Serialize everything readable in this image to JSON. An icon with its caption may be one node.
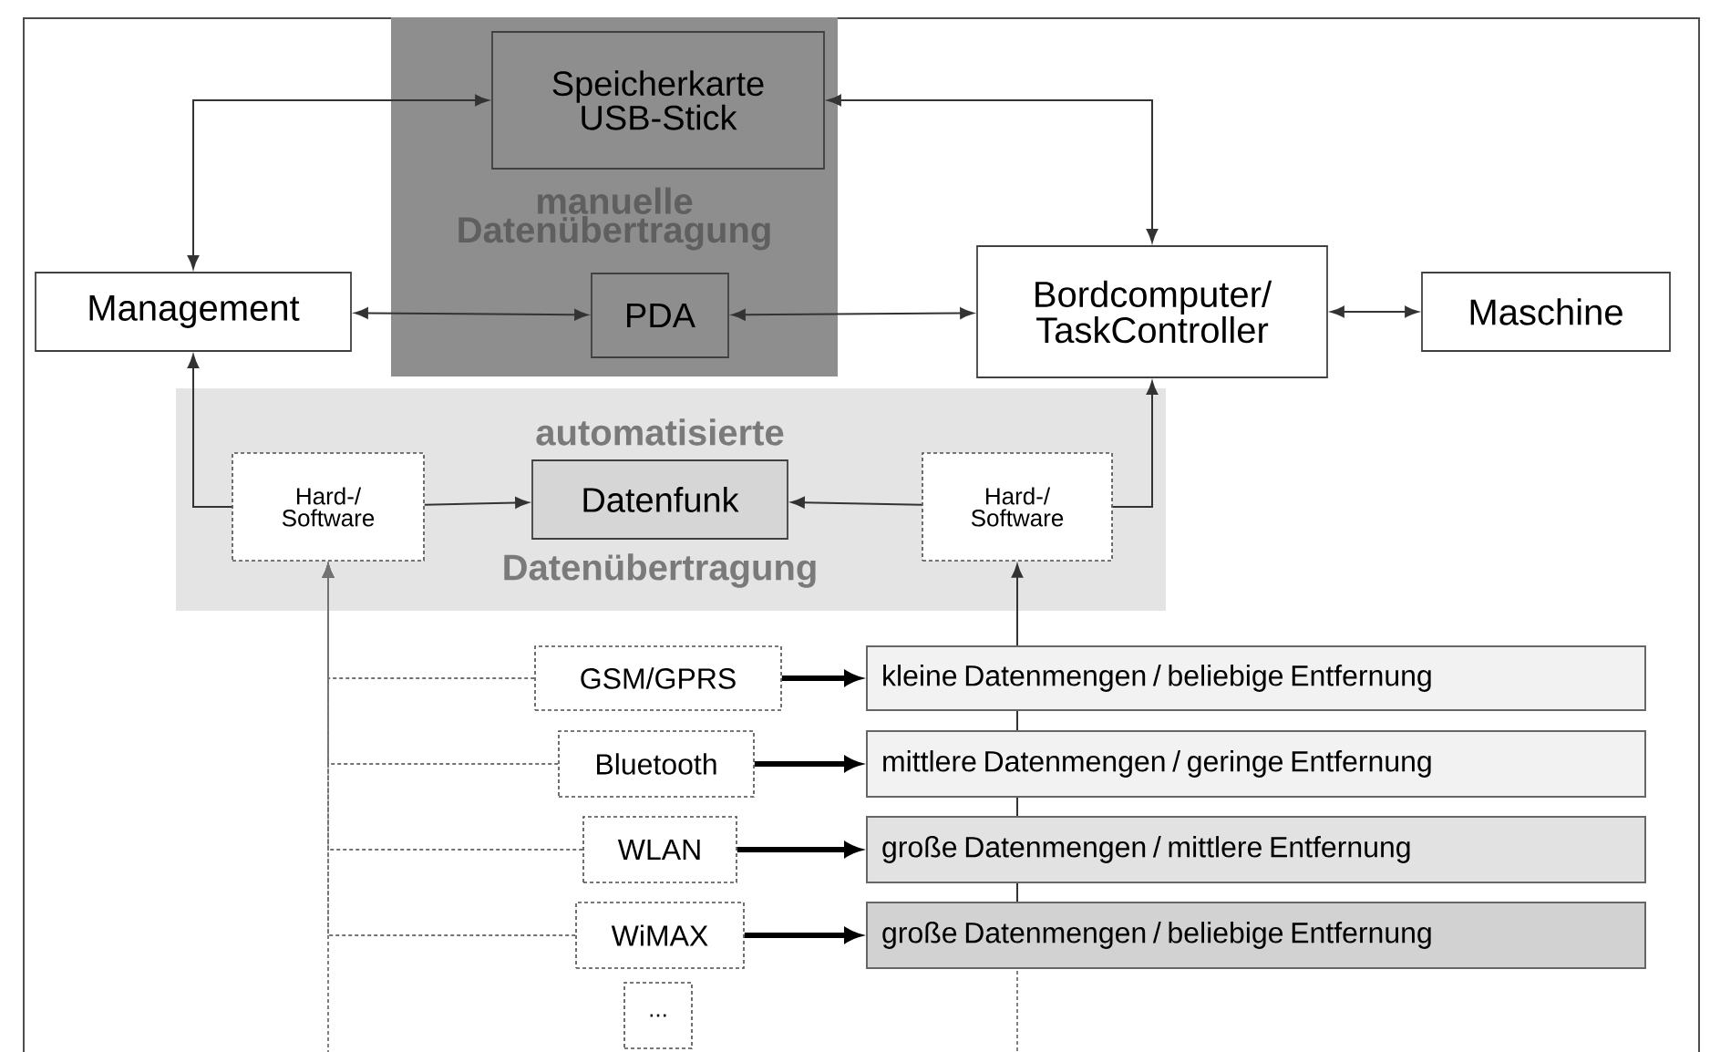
{
  "diagram": {
    "nodes": [
      {
        "text": [
          "manuelle Datenübertragung"
        ]
      },
      {
        "text": [
          "Speicherkarte USB-Stick"
        ],
        "in": 0
      },
      {
        "text": [
          "PDA"
        ],
        "in": 0
      },
      {
        "text": [
          "Management"
        ]
      },
      {
        "text": [
          "Bordcomputer/ TaskController"
        ]
      },
      {
        "text": [
          "Maschine"
        ]
      },
      {
        "text": [
          "automatisierte",
          "Datenübertragung"
        ]
      },
      {
        "text": [
          "Hard-/ Software"
        ],
        "in": 6
      },
      {
        "text": [
          "Datenfunk"
        ],
        "in": 6
      },
      {
        "text": [
          "Hard-/ Software"
        ],
        "in": 6
      },
      {
        "text": [
          "GSM/GPRS"
        ]
      },
      {
        "text": [
          "Bluetooth"
        ]
      },
      {
        "text": [
          "WLAN"
        ]
      },
      {
        "text": [
          "WiMAX"
        ]
      },
      {
        "text": [
          "..."
        ]
      },
      {
        "text": [
          "kleine Datenmengen / beliebige Entfernung"
        ]
      },
      {
        "text": [
          "mittlere Datenmengen / geringe Entfernung"
        ]
      },
      {
        "text": [
          "große Datenmengen / mittlere Entfernung"
        ]
      },
      {
        "text": [
          "große Datenmengen / beliebige Entfernung"
        ]
      }
    ],
    "edges": [
      {
        "from": 3,
        "to": 1,
        "arrow": "both"
      },
      {
        "from": 1,
        "to": 4,
        "arrow": "both"
      },
      {
        "from": 3,
        "to": 2,
        "arrow": "both"
      },
      {
        "from": 2,
        "to": 4,
        "arrow": "both"
      },
      {
        "from": 4,
        "to": 5,
        "arrow": "both"
      },
      {
        "from": 7,
        "to": 3,
        "arrow": "to"
      },
      {
        "from": 7,
        "to": 8,
        "arrow": "to"
      },
      {
        "from": 9,
        "to": 8,
        "arrow": "to"
      },
      {
        "from": 9,
        "to": 4,
        "arrow": "to"
      },
      {
        "from": 10,
        "to": 7,
        "arrow": "to",
        "style": "dashed"
      },
      {
        "from": 11,
        "to": 7,
        "arrow": "to",
        "style": "dashed"
      },
      {
        "from": 12,
        "to": 7,
        "arrow": "to",
        "style": "dashed"
      },
      {
        "from": 13,
        "to": 7,
        "arrow": "to",
        "style": "dashed"
      },
      {
        "from": 14,
        "to": 7,
        "arrow": "to",
        "style": "dashed"
      },
      {
        "from": 10,
        "to": 15,
        "arrow": "to",
        "style": "thick"
      },
      {
        "from": 11,
        "to": 16,
        "arrow": "to",
        "style": "thick"
      },
      {
        "from": 12,
        "to": 17,
        "arrow": "to",
        "style": "thick"
      },
      {
        "from": 13,
        "to": 18,
        "arrow": "to",
        "style": "thick"
      },
      {
        "from": 14,
        "to": 18,
        "arrow": "none",
        "style": "dashed"
      },
      {
        "from": 18,
        "to": 17,
        "arrow": "none"
      },
      {
        "from": 17,
        "to": 16,
        "arrow": "none"
      },
      {
        "from": 16,
        "to": 15,
        "arrow": "none"
      },
      {
        "from": 15,
        "to": 9,
        "arrow": "to"
      }
    ]
  }
}
